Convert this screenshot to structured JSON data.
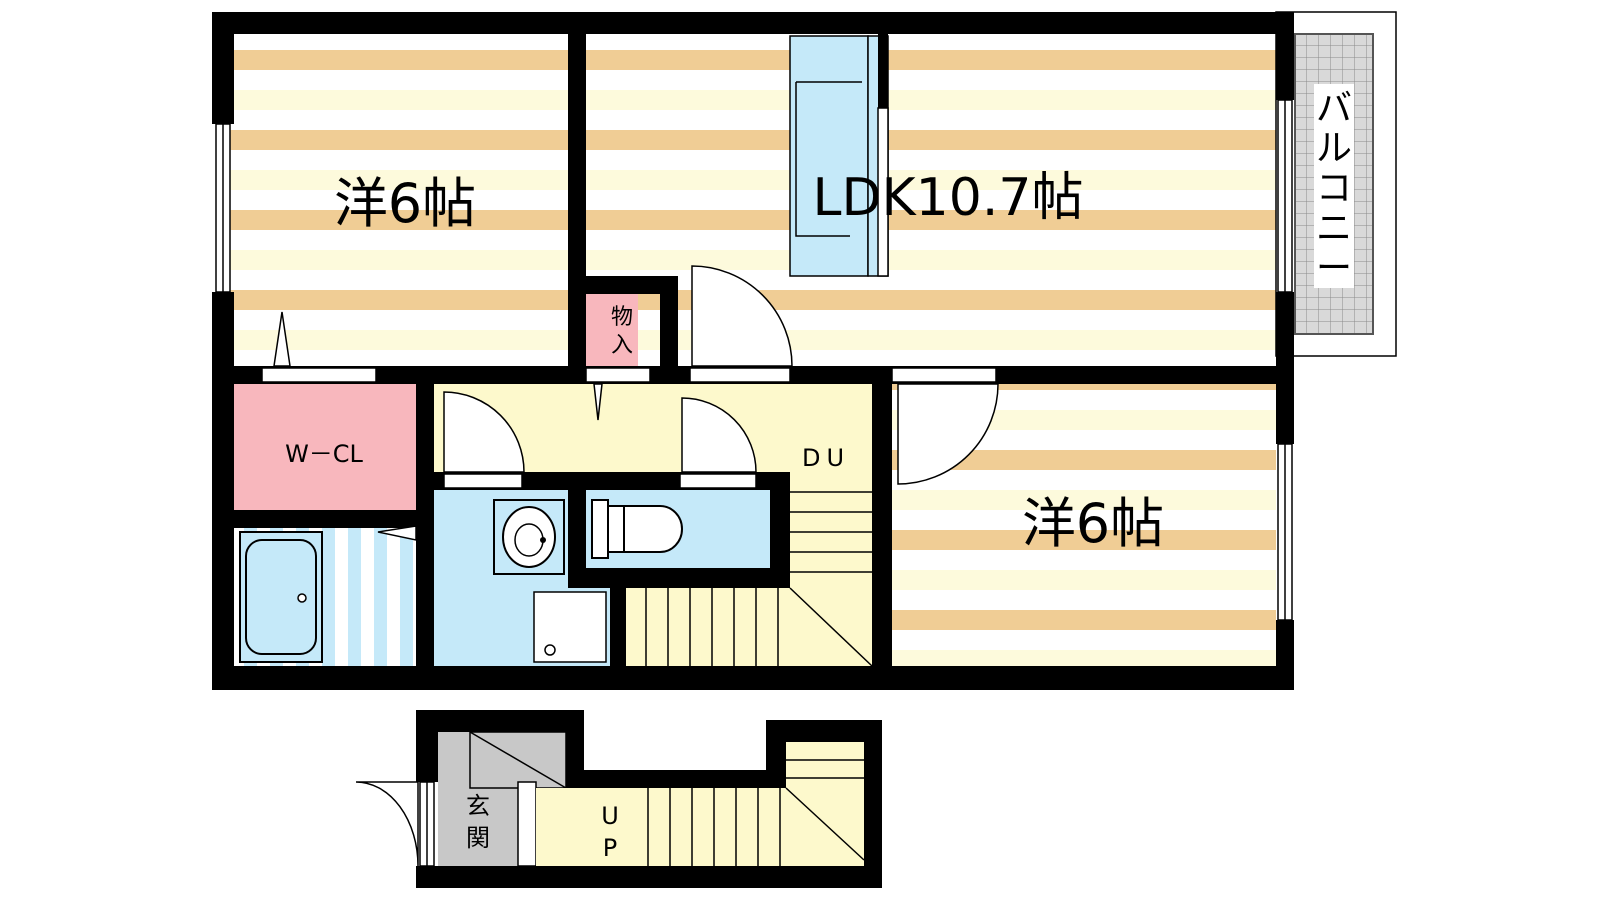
{
  "rooms": {
    "bedroom_west": {
      "label": "洋6帖"
    },
    "ldk": {
      "label": "LDK10.7帖"
    },
    "bedroom_east": {
      "label": "洋6帖"
    },
    "storage": {
      "label_top": "物",
      "label_bottom": "入"
    },
    "walk_in_closet": {
      "label": "W－CL"
    },
    "balcony": {
      "label_chars": [
        "バ",
        "ル",
        "コ",
        "ニ",
        "ー"
      ]
    },
    "stairs_down": {
      "label": "DU"
    },
    "entrance": {
      "label_top": "玄",
      "label_bottom": "関"
    },
    "stairs_up": {
      "label_top": "U",
      "label_bottom": "P"
    }
  },
  "colors": {
    "wall": "#000000",
    "stripe": "#f0cd95",
    "stripe_light": "#fdfadc",
    "closet_pink": "#f8b7bd",
    "wet_blue": "#c5e9f9",
    "hall_yellow": "#fdf9cc",
    "entrance_gray": "#c8c8c8"
  }
}
